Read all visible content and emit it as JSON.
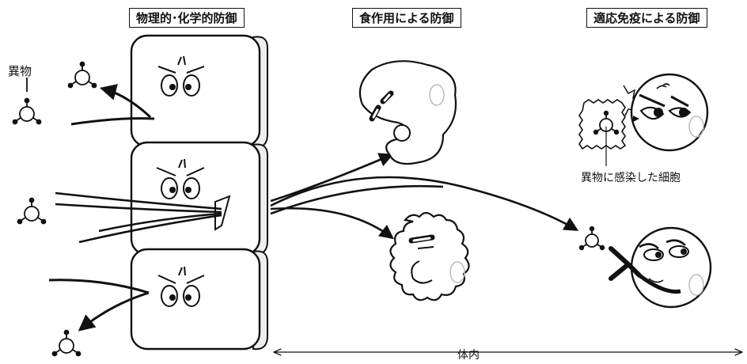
{
  "headings": {
    "physical_chemical": "物理的･化学的防御",
    "phagocytosis": "食作用による防御",
    "adaptive": "適応免疫による防御"
  },
  "labels": {
    "foreign_body": "異物",
    "infected_cell": "異物に感染した細胞",
    "body_interior": "体内"
  }
}
